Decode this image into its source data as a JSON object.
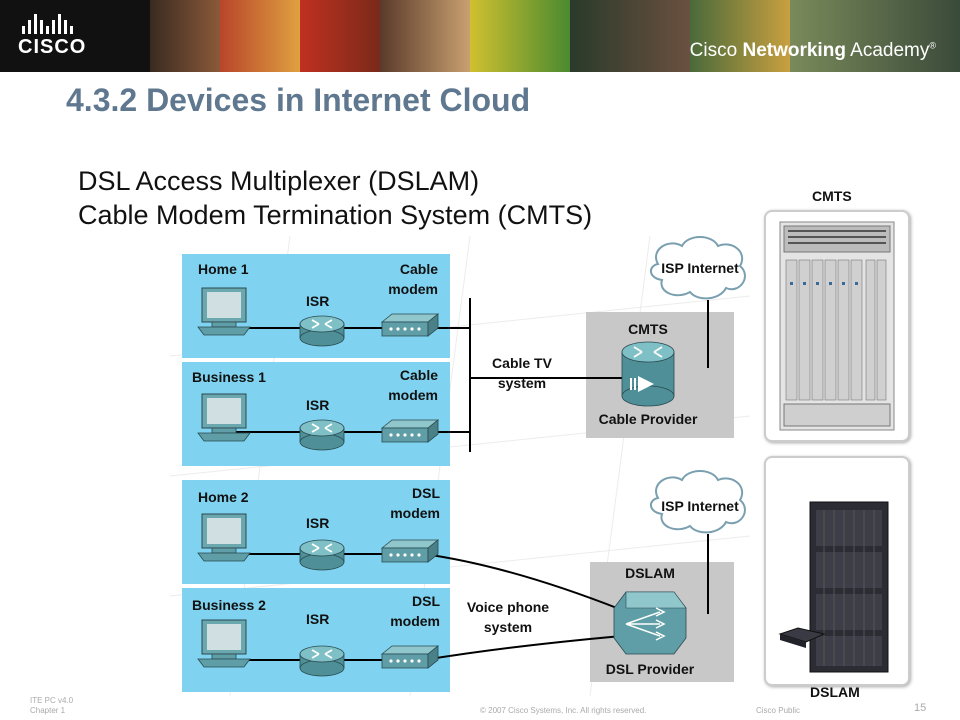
{
  "banner": {
    "logo_text": "CISCO",
    "academy_pre": "Cisco ",
    "academy_bold": "Networking",
    "academy_post": " Academy",
    "trademark": "®"
  },
  "slide": {
    "title": "4.3.2 Devices in Internet Cloud",
    "line1": "DSL Access Multiplexer (DSLAM)",
    "line2": "Cable Modem Termination System (CMTS)"
  },
  "diagram": {
    "sites": [
      {
        "name": "Home 1",
        "router": "ISR",
        "modem_l1": "Cable",
        "modem_l2": "modem"
      },
      {
        "name": "Business 1",
        "router": "ISR",
        "modem_l1": "Cable",
        "modem_l2": "modem"
      },
      {
        "name": "Home 2",
        "router": "ISR",
        "modem_l1": "DSL",
        "modem_l2": "modem"
      },
      {
        "name": "Business 2",
        "router": "ISR",
        "modem_l1": "DSL",
        "modem_l2": "modem"
      }
    ],
    "cable_system_l1": "Cable TV",
    "cable_system_l2": "system",
    "voice_system_l1": "Voice phone",
    "voice_system_l2": "system",
    "cmts_label": "CMTS",
    "cable_provider": "Cable Provider",
    "dslam_label": "DSLAM",
    "dsl_provider": "DSL Provider",
    "isp_cloud_1": "ISP Internet",
    "isp_cloud_2": "ISP Internet"
  },
  "photos": {
    "cmts_caption": "CMTS",
    "dslam_caption": "DSLAM"
  },
  "footer": {
    "course": "ITE PC v4.0",
    "chapter": "Chapter 1",
    "copyright": "© 2007 Cisco Systems, Inc. All rights reserved.",
    "classification": "Cisco Public",
    "page": "15"
  },
  "colors": {
    "title": "#5f7890",
    "site_fill": "#7fd3f0",
    "provider_fill": "#c8c8c8",
    "device_teal": "#5f9ea6"
  }
}
